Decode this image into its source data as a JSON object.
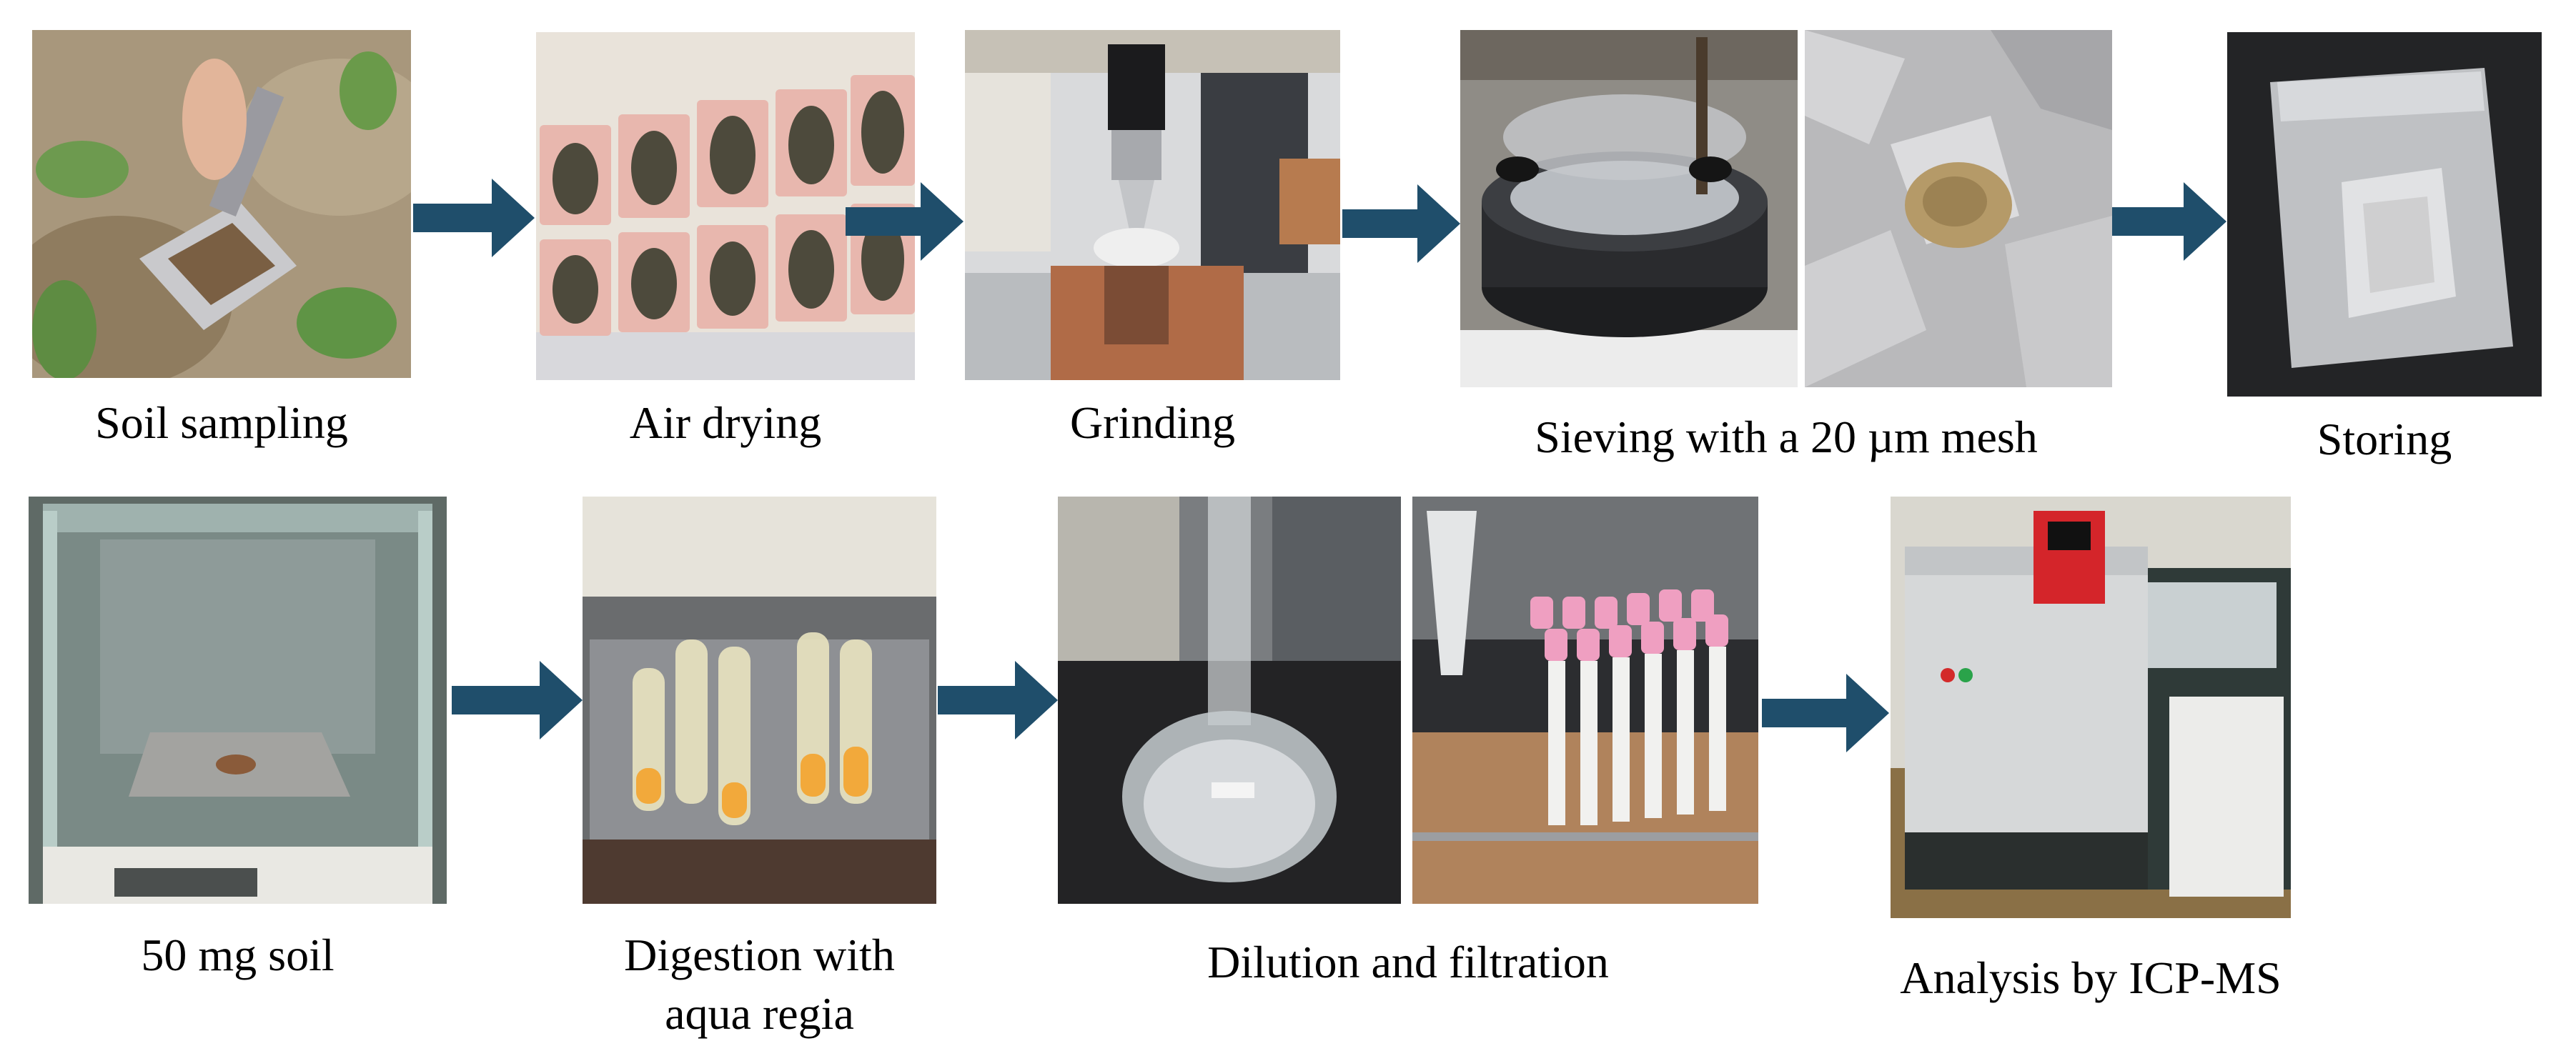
{
  "steps": {
    "soil_sampling": "Soil sampling",
    "air_drying": "Air drying",
    "grinding": "Grinding",
    "sieving": "Sieving with a 20 µm mesh",
    "storing": "Storing",
    "weighing": "50 mg soil",
    "digestion_line1": "Digestion with",
    "digestion_line2": "aqua regia",
    "dilution": "Dilution and filtration",
    "analysis": "Analysis by ICP-MS"
  },
  "colors": {
    "arrow": "#1f4e6b"
  }
}
